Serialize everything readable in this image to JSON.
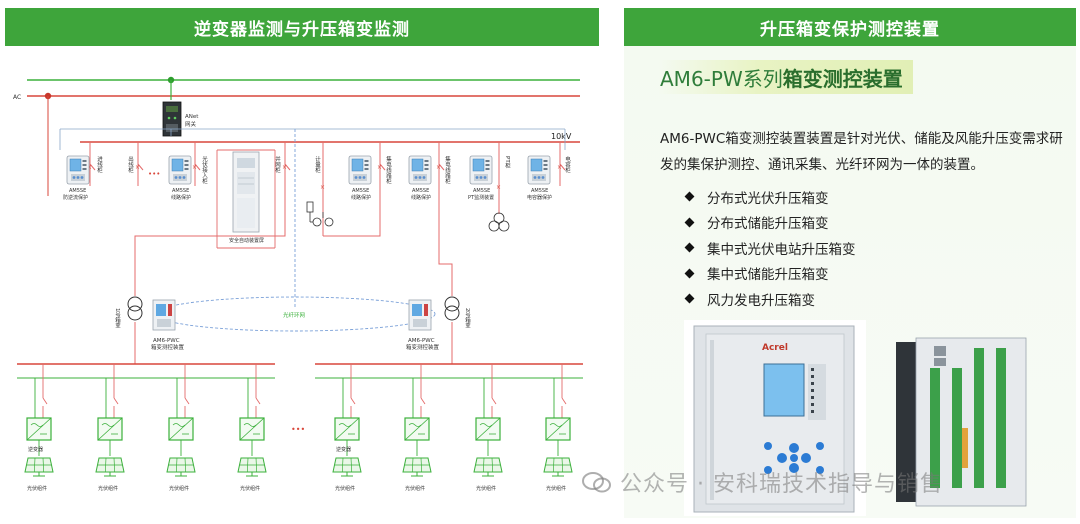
{
  "left_panel": {
    "header": "逆变器监测与升压箱变监测",
    "labels": {
      "ac": "AC",
      "anet": "ANet",
      "gateway": "网关",
      "voltage": "10kV",
      "fiber_ring": "光纤环网",
      "ellipsis": "•••"
    },
    "cabinets": [
      {
        "id": "c1",
        "name": "进线柜",
        "relay_l1": "AM5SE",
        "relay_l2": "防逆流保护"
      },
      {
        "id": "c2",
        "name": "出线柜",
        "relay_l1": "",
        "relay_l2": ""
      },
      {
        "id": "c3",
        "name": "光伏接入柜",
        "relay_l1": "AM5SE",
        "relay_l2": "线路保护"
      },
      {
        "id": "c4",
        "name": "并网柜",
        "relay_l1": "",
        "relay_l2": "安全自动装置屏"
      },
      {
        "id": "c5",
        "name": "计量柜",
        "relay_l1": "",
        "relay_l2": ""
      },
      {
        "id": "c6",
        "name": "集电线路柜",
        "relay_l1": "AM5SE",
        "relay_l2": "线路保护"
      },
      {
        "id": "c7",
        "name": "集电线路柜",
        "relay_l1": "AM5SE",
        "relay_l2": "线路保护"
      },
      {
        "id": "c8",
        "name": "PT柜",
        "relay_l1": "AM5SE",
        "relay_l2": "PT监测装置"
      },
      {
        "id": "c9",
        "name": "电容柜",
        "relay_l1": "AM5SE",
        "relay_l2": "电容器保护"
      }
    ],
    "transformers": [
      {
        "name": "1号箱变",
        "device_l1": "AM6-PWC",
        "device_l2": "箱变测控装置"
      },
      {
        "name": "2号箱变",
        "device_l1": "AM6-PWC",
        "device_l2": "箱变测控装置"
      }
    ],
    "inverter_label": "逆变器",
    "pv_label": "光伏组件"
  },
  "right_panel": {
    "header": "升压箱变保护测控装置",
    "product_title_prefix": "AM6-PW系列",
    "product_title_bold": "箱变测控装置",
    "description": "AM6-PWC箱变测控装置装置是针对光伏、储能及风能升压变需求研发的集保护测控、通讯采集、光纤环网为一体的装置。",
    "bullets": [
      "分布式光伏升压箱变",
      "分布式储能升压箱变",
      "集中式光伏电站升压箱变",
      "集中式储能升压箱变",
      "风力发电升压箱变"
    ],
    "device_brand": "Acrel",
    "watermark": "公众号 · 安科瑞技术指导与销售"
  },
  "colors": {
    "header_green": "#3ea53b",
    "bus_green": "#3bb03b",
    "bus_red": "#d9473b",
    "line_red": "#e46b6b",
    "dashed_blue": "#7aa0d8"
  }
}
